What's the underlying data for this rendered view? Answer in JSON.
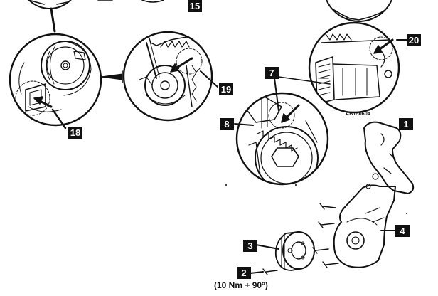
{
  "figure": {
    "reference_code": "AB150604",
    "torque_spec": "(10 Nm + 90°)",
    "callouts": {
      "c1": "1",
      "c2": "2",
      "c3": "3",
      "c4": "4",
      "c7": "7",
      "c8": "8",
      "c15": "15",
      "c18": "18",
      "c19": "19",
      "c20": "20"
    },
    "colors": {
      "ink": "#111111",
      "paper": "#ffffff",
      "shade": "#d9d9d9"
    }
  }
}
